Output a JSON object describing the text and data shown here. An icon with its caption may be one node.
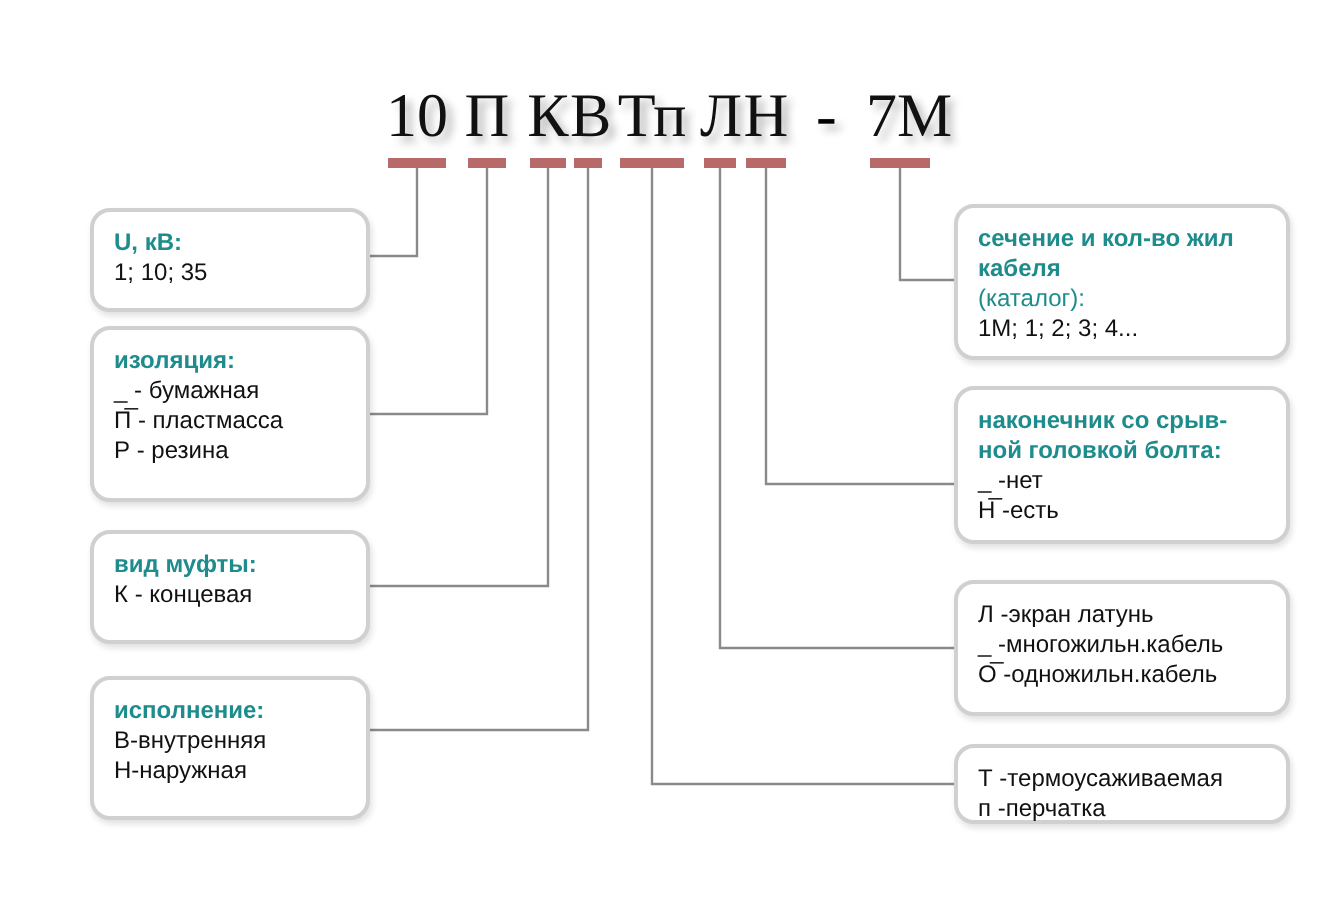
{
  "diagram": {
    "nodes": [
      {
        "text": [
          "10"
        ]
      },
      {
        "text": [
          "П"
        ]
      },
      {
        "text": [
          "К"
        ]
      },
      {
        "text": [
          "В"
        ]
      },
      {
        "text": [
          "Тп"
        ]
      },
      {
        "text": [
          "Л"
        ]
      },
      {
        "text": [
          "Н"
        ]
      },
      {
        "text": [
          "7М"
        ]
      },
      {
        "text": [
          "U, кВ:",
          "1; 10; 35"
        ]
      },
      {
        "text": [
          "изоляция:",
          "_ - бумажная",
          "П̅ - пластмасса",
          "Р - резина"
        ]
      },
      {
        "text": [
          "вид муфты:",
          "К - концевая"
        ]
      },
      {
        "text": [
          "исполнение:",
          "В-внутренняя",
          "Н-наружная"
        ]
      },
      {
        "text": [
          "сечение и кол-во жил кабеля",
          "(каталог):",
          "1М; 1; 2; 3; 4..."
        ]
      },
      {
        "text": [
          "наконечник со срыв- ной головкой болта:",
          "_ -нет",
          "Н̅ -есть"
        ]
      },
      {
        "text": [
          "Л -экран латунь",
          "_ -многожильн.кабель",
          "О̅ -одножильн.кабель"
        ]
      },
      {
        "text": [
          "Т -термоусаживаемая",
          "п -перчатка"
        ]
      }
    ],
    "edges": [
      {
        "from": 0,
        "to": 8,
        "arrow": "none"
      },
      {
        "from": 1,
        "to": 9,
        "arrow": "none"
      },
      {
        "from": 2,
        "to": 10,
        "arrow": "none"
      },
      {
        "from": 3,
        "to": 11,
        "arrow": "none"
      },
      {
        "from": 4,
        "to": 15,
        "arrow": "none"
      },
      {
        "from": 5,
        "to": 14,
        "arrow": "none"
      },
      {
        "from": 6,
        "to": 13,
        "arrow": "none"
      },
      {
        "from": 7,
        "to": 12,
        "arrow": "none"
      }
    ],
    "labels": [
      "-"
    ]
  }
}
